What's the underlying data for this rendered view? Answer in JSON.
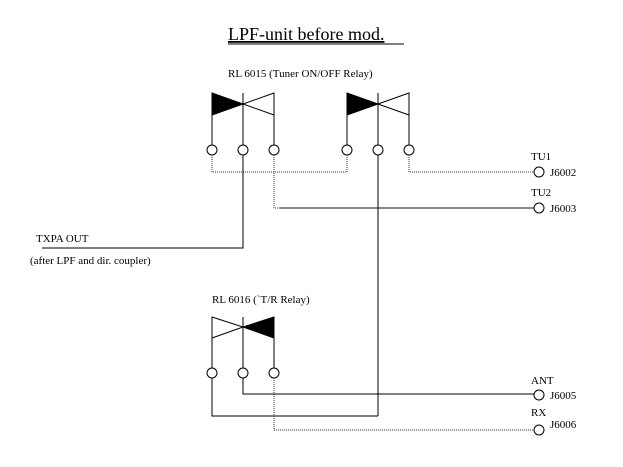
{
  "title": "LPF-unit before mod.",
  "relays": [
    {
      "id": "rl6015",
      "label": "RL 6015 (Tuner ON/OFF Relay)"
    },
    {
      "id": "rl6016",
      "label": "RL 6016 (`T/R Relay)"
    }
  ],
  "input": {
    "label": "TXPA OUT",
    "caption": "(after LPF and dir. coupler)"
  },
  "connectors": [
    {
      "signal": "TU1",
      "jack": "J6002"
    },
    {
      "signal": "TU2",
      "jack": "J6003"
    },
    {
      "signal": "ANT",
      "jack": "J6005"
    },
    {
      "signal": "RX",
      "jack": "J6006"
    }
  ]
}
